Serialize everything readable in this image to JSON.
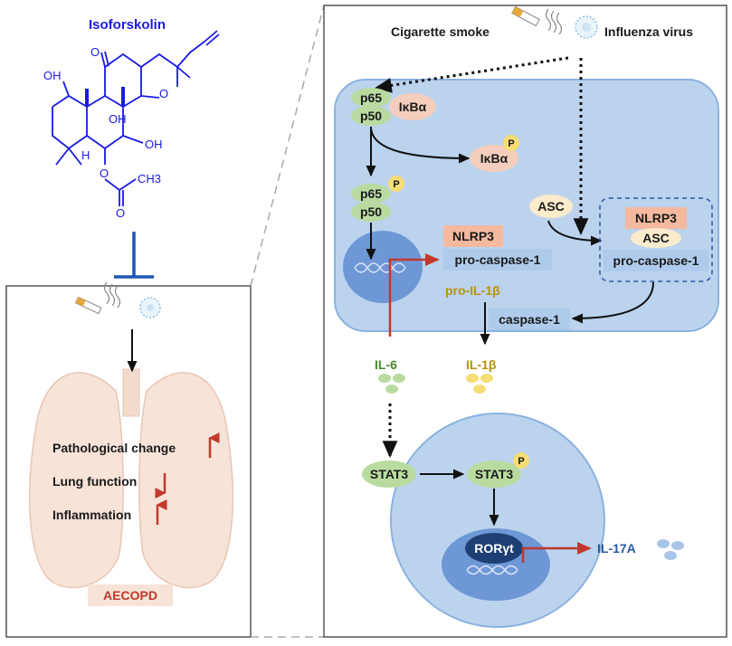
{
  "compound": {
    "name": "Isoforskolin",
    "atoms": {
      "o_ketone": "O",
      "o_ring": "O",
      "oh_left": "OH",
      "oh_mid": "OH",
      "oh_right": "OH",
      "h": "H",
      "o_ester": "O",
      "o_carbonyl": "O",
      "ch3": "CH3"
    }
  },
  "inset": {
    "label": "AECOPD",
    "effects": [
      {
        "text": "Pathological change",
        "direction": "up"
      },
      {
        "text": "Lung function",
        "direction": "down"
      },
      {
        "text": "Inflammation",
        "direction": "up"
      }
    ]
  },
  "stimuli": {
    "smoke": "Cigarette smoke",
    "virus": "Influenza virus"
  },
  "nodes": {
    "p65": "p65",
    "p50": "p50",
    "ikba": "IκBα",
    "p": "P",
    "asc": "ASC",
    "nlrp3": "NLRP3",
    "pro_casp1": "pro-caspase-1",
    "pro_il1b": "pro-IL-1β",
    "casp1": "caspase-1",
    "il6": "IL-6",
    "il1b": "IL-1β",
    "stat3": "STAT3",
    "rorgt": "RORγt",
    "il17a": "IL-17A"
  },
  "colors": {
    "chemistry": "#1a1ae6",
    "inhibit": "#1e56b5",
    "red_arrow": "#c0392b",
    "cell": "#bcd3ee",
    "nucleus": "#6e97d6",
    "green": "#b9dba0",
    "orange": "#f4b99f",
    "yellow": "#f6dd74",
    "cream": "#fbeccd",
    "protein_box": "#aecbec",
    "il6_text": "#4a8a2a",
    "il1b_text": "#b8920a",
    "il17_text": "#2a5aa0"
  }
}
